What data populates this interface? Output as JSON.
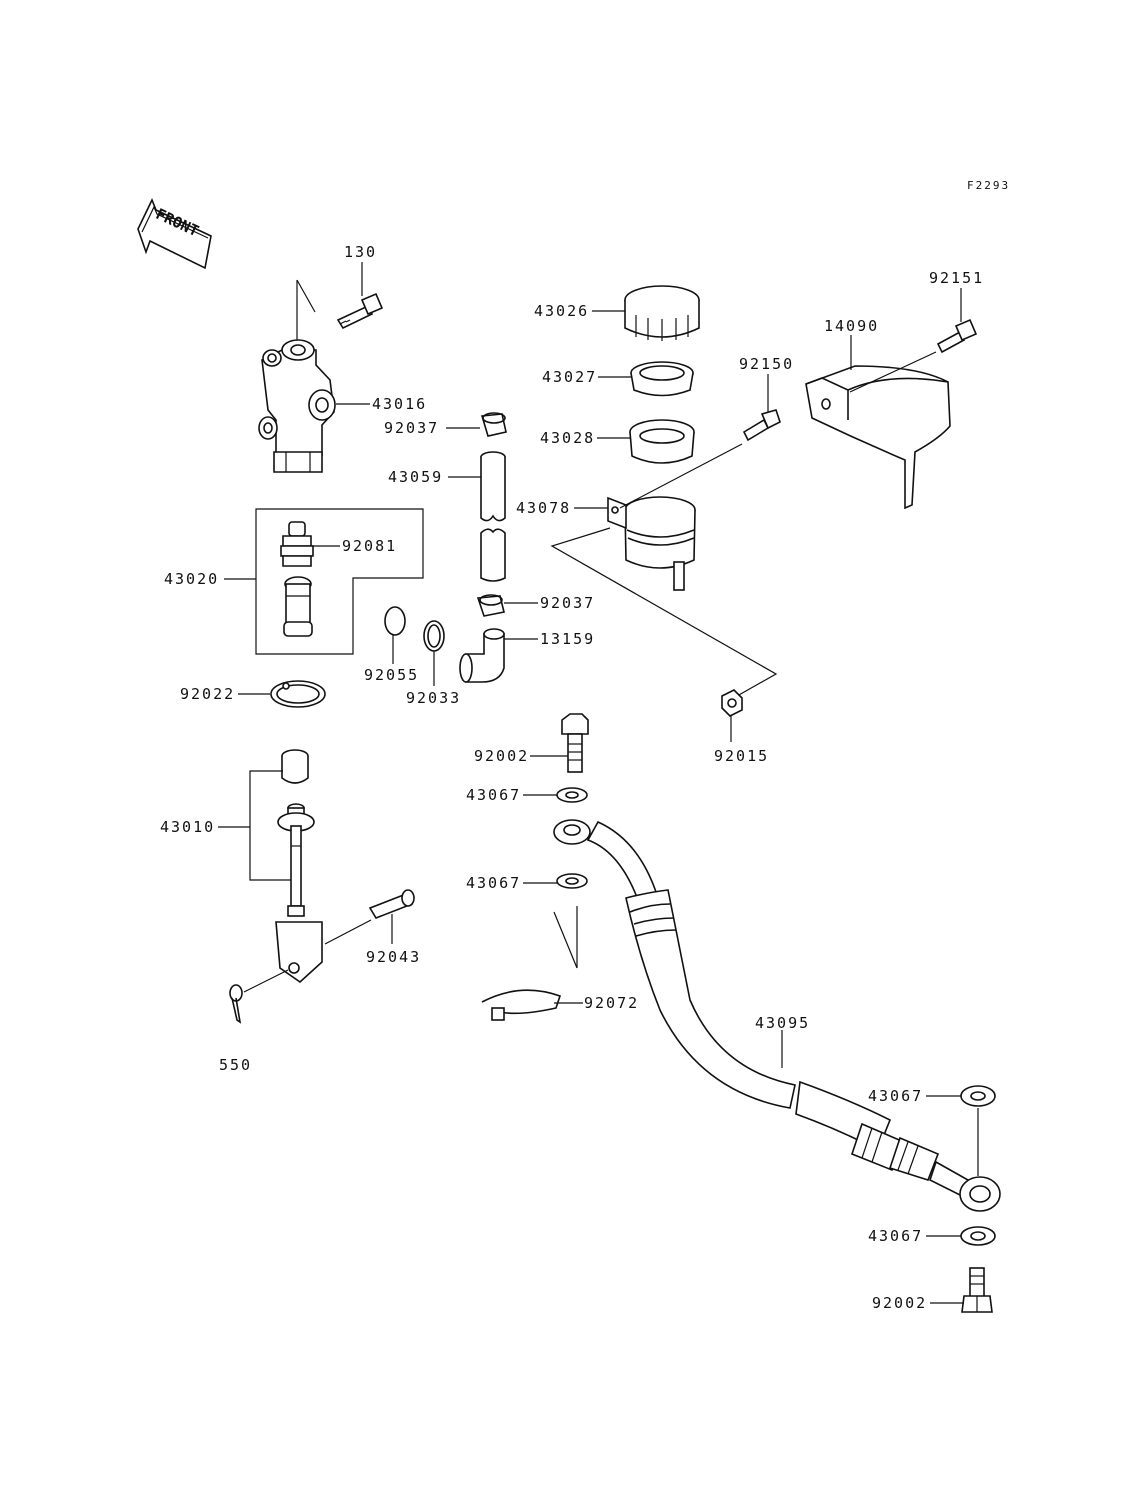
{
  "diagram_code": "F2293",
  "front_label": "FRONT",
  "labels": {
    "p130": "130",
    "p43016": "43016",
    "p43020": "43020",
    "p92081": "92081",
    "p92022": "92022",
    "p92055": "92055",
    "p92033": "92033",
    "p43010": "43010",
    "p92043": "92043",
    "p550": "550",
    "p92037a": "92037",
    "p43059": "43059",
    "p92037b": "92037",
    "p13159": "13159",
    "p43026": "43026",
    "p43027": "43027",
    "p43028": "43028",
    "p43078": "43078",
    "p92150": "92150",
    "p92015": "92015",
    "p14090": "14090",
    "p92151": "92151",
    "p92002a": "92002",
    "p43067a": "43067",
    "p43067b": "43067",
    "p92072": "92072",
    "p43095": "43095",
    "p43067c": "43067",
    "p43067d": "43067",
    "p92002b": "92002"
  }
}
